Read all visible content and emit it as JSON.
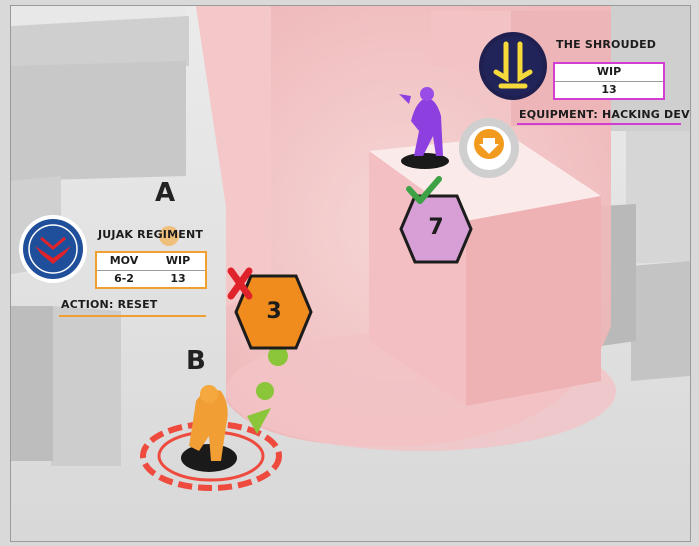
{
  "markers": {
    "a": "A",
    "b": "B"
  },
  "jujak": {
    "name": "JUJAK REGIMENT",
    "stat_headers": [
      "MOV",
      "WIP"
    ],
    "stat_values": [
      "6-2",
      "13"
    ],
    "action": "ACTION: RESET",
    "accent": "#f0a030"
  },
  "shrouded": {
    "name": "THE SHROUDED",
    "stat_header": "WIP",
    "stat_value": "13",
    "equipment": "EQUIPMENT: HACKING DEVICE",
    "accent": "#d23ed2"
  },
  "hexes": {
    "orange_value": "3",
    "purple_value": "7"
  },
  "icons": [
    "jujak-emblem-icon",
    "shrouded-emblem-icon",
    "fail-cross-icon",
    "success-check-icon",
    "prone-token-icon"
  ]
}
